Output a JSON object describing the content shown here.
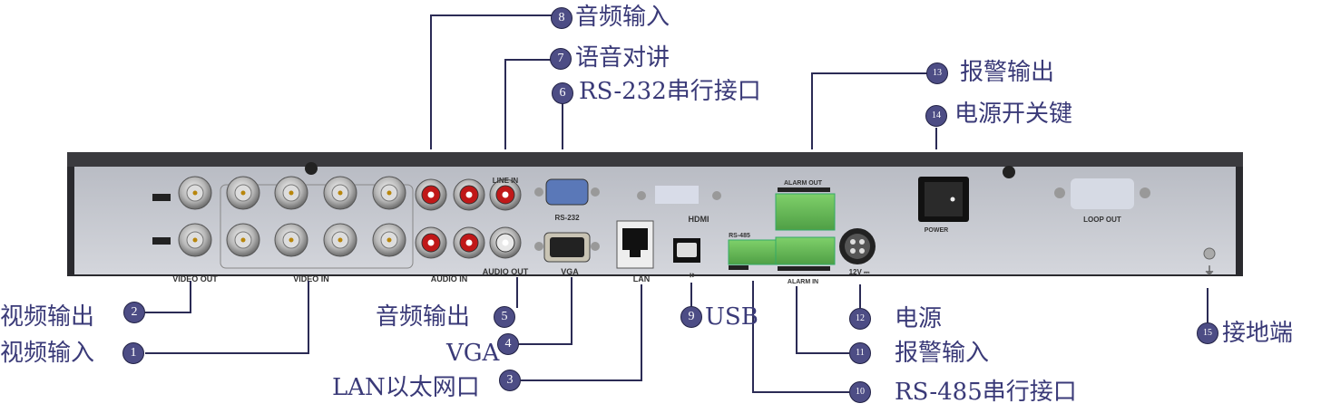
{
  "title": "DVR rear panel interface diagram",
  "callouts": [
    {
      "num": "1",
      "label": "视频输入"
    },
    {
      "num": "2",
      "label": "视频输出"
    },
    {
      "num": "3",
      "label": "LAN以太网口"
    },
    {
      "num": "4",
      "label": "VGA"
    },
    {
      "num": "5",
      "label": "音频输出"
    },
    {
      "num": "6",
      "label": "RS-232串行接口"
    },
    {
      "num": "7",
      "label": "语音对讲"
    },
    {
      "num": "8",
      "label": "音频输入"
    },
    {
      "num": "9",
      "label": "USB"
    },
    {
      "num": "10",
      "label": "RS-485串行接口"
    },
    {
      "num": "11",
      "label": "报警输入"
    },
    {
      "num": "12",
      "label": "电源"
    },
    {
      "num": "13",
      "label": "报警输出"
    },
    {
      "num": "14",
      "label": "电源开关键"
    },
    {
      "num": "15",
      "label": "接地端"
    }
  ],
  "panel_labels": {
    "video_out": "VIDEO OUT",
    "video_in": "VIDEO IN",
    "line_in": "LINE IN",
    "audio_in": "AUDIO IN",
    "audio_out": "AUDIO OUT",
    "rs232": "RS-232",
    "vga": "VGA",
    "hdmi": "HDMI",
    "lan": "LAN",
    "rs485": "RS-485",
    "alarm_out": "ALARM OUT",
    "alarm_in": "ALARM IN",
    "dc12v": "12V ⎓",
    "power": "POWER",
    "loop_out": "LOOP OUT",
    "ground": "⏚"
  },
  "colors": {
    "callout_text": "#3a3a78",
    "badge": "#4d4d85",
    "leader": "#2b2b55",
    "terminal": "#6fbf5a"
  }
}
